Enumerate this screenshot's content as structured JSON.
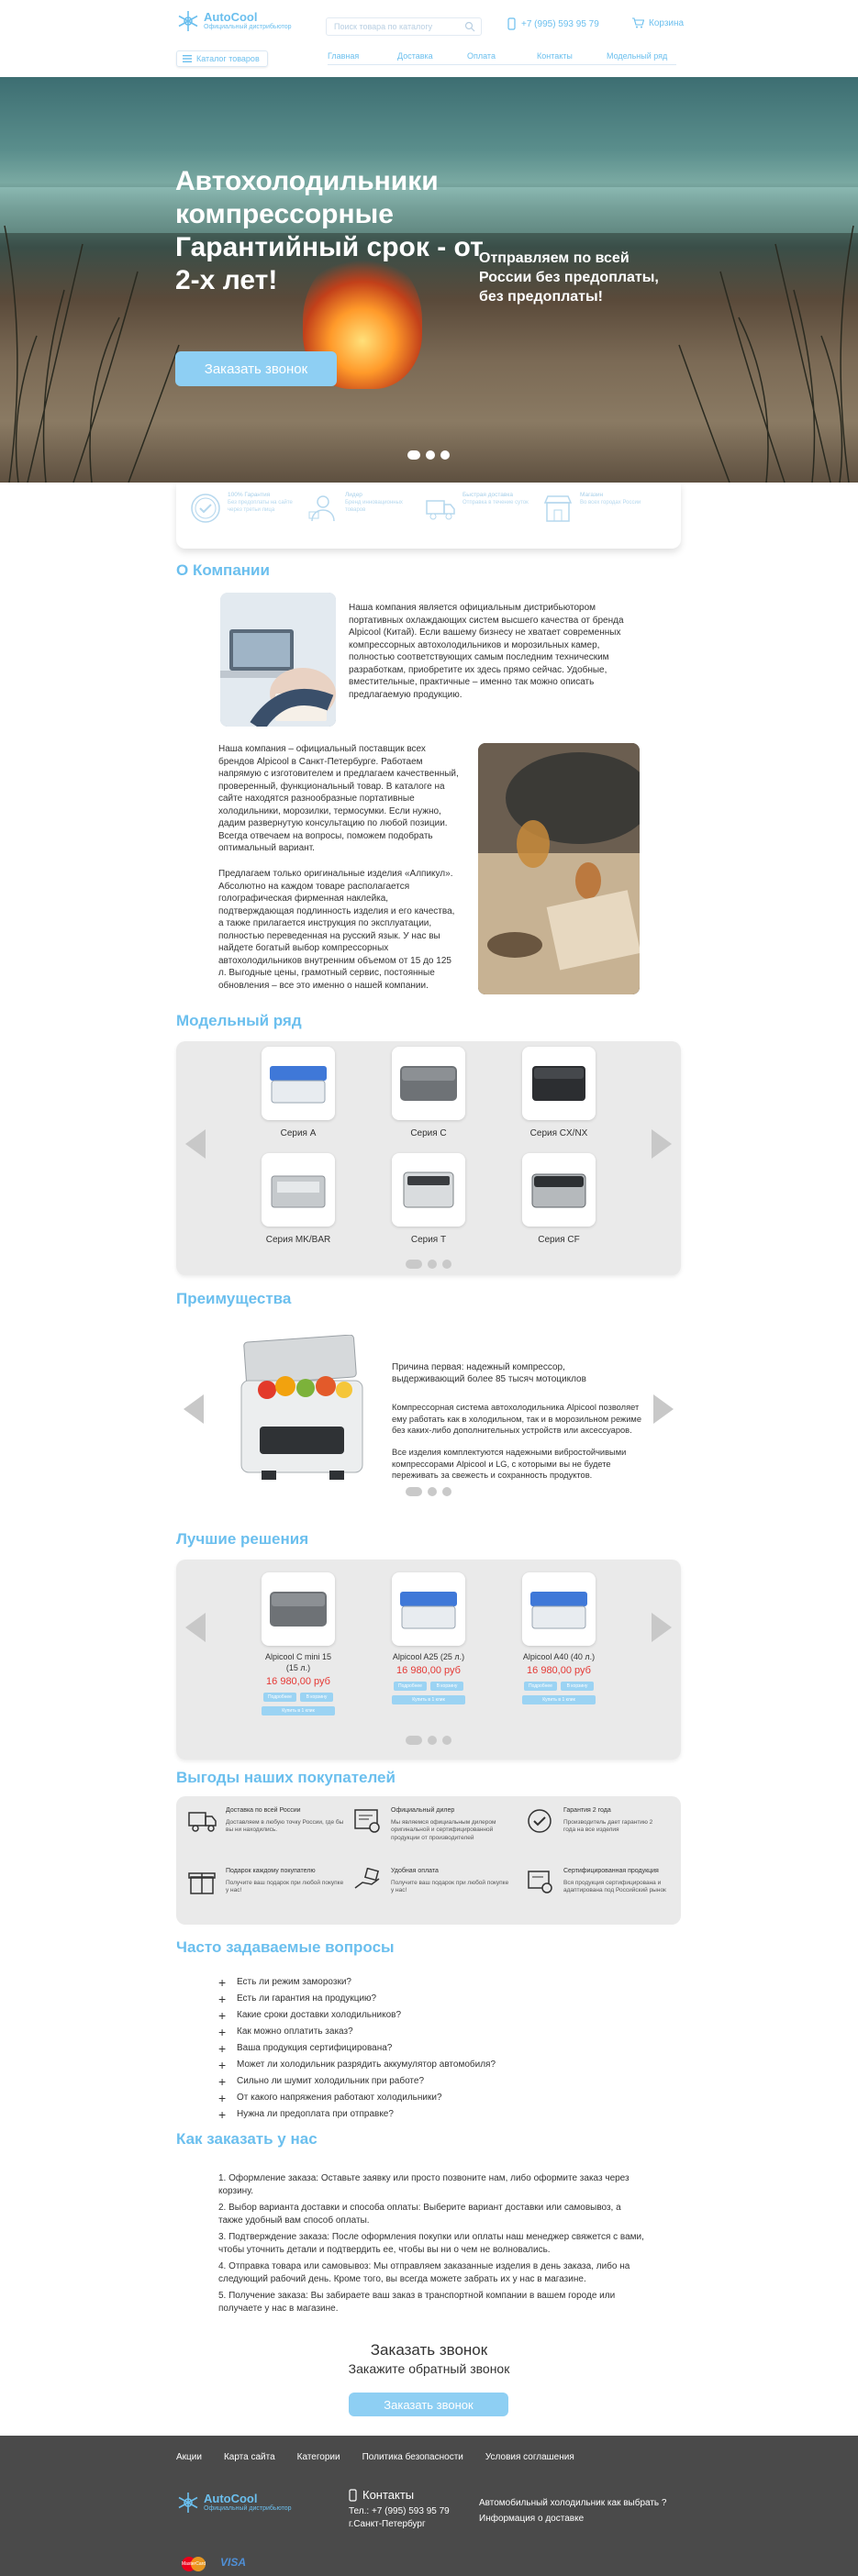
{
  "header": {
    "logo_title": "AutoCool",
    "logo_sub": "Официальный дистрибьютор",
    "search_placeholder": "Поиск товара по каталогу",
    "phone": "+7 (995) 593 95 79",
    "cart": "Корзина",
    "catalog_button": "Каталог товаров",
    "nav": [
      "Главная",
      "Доставка",
      "Оплата",
      "Контакты",
      "Модельный ряд"
    ]
  },
  "hero": {
    "title": "Автохолодильники компрессорные Гарантийный срок - от 2-х лет!",
    "subtitle": "Отправляем по всей России без предоплаты, без предоплаты!",
    "button": "Заказать звонок"
  },
  "features": [
    {
      "title": "100% Гарантия",
      "text": "Без предоплаты на сайте через третьи лица"
    },
    {
      "title": "Лидер",
      "text": "Бренд инновационных товаров"
    },
    {
      "title": "Быстрая доставка",
      "text": "Отправка в течение суток"
    },
    {
      "title": "Магазин",
      "text": "Во всех городах России"
    }
  ],
  "about": {
    "title": "О Компании",
    "p1": "Наша компания является официальным дистрибьютором портативных охлаждающих систем высшего качества от бренда Alpicool (Китай). Если вашему бизнесу не хватает современных компрессорных автохолодильников и морозильных камер, полностью соответствующих самым последним техническим разработкам, приобретите их здесь прямо сейчас. Удобные, вместительные, практичные – именно так можно описать предлагаемую продукцию.",
    "p2": "Наша компания – официальный поставщик всех брендов Alpicool в Санкт-Петербурге. Работаем напрямую с изготовителем и предлагаем качественный, проверенный, функциональный товар. В каталоге на сайте находятся разнообразные портативные холодильники, морозилки, термосумки. Если нужно, дадим развернутую консультацию по любой позиции. Всегда отвечаем на вопросы, поможем подобрать оптимальный вариант.",
    "p3": "Предлагаем только оригинальные изделия «Алпикул». Абсолютно на каждом товаре располагается голографическая фирменная наклейка, подтверждающая подлинность изделия и его качества, а также прилагается инструкция по эксплуатации, полностью переведенная на русский язык. У нас вы найдете богатый выбор компрессорных автохолодильников внутренним объемом от 15 до 125 л. Выгодные цены, грамотный сервис, постоянные обновления – все это именно о нашей компании."
  },
  "models": {
    "title": "Модельный ряд",
    "items": [
      "Серия A",
      "Серия C",
      "Серия CX/NX",
      "Серия MK/BAR",
      "Серия T",
      "Серия CF"
    ]
  },
  "advantages": {
    "title": "Преимущества",
    "heading": "Причина первая: надежный компрессор, выдерживающий более 85 тысяч мотоциклов",
    "p1": "Компрессорная система автохолодильника Alpicool позволяет ему работать как в холодильном, так и в морозильном режиме без каких-либо дополнительных устройств или аксессуаров.",
    "p2": "Все изделия комплектуются надежными вибростойчивыми компрессорами Alpicool и LG, с которыми вы не будете переживать за свежесть и сохранность продуктов."
  },
  "best": {
    "title": "Лучшие решения",
    "items": [
      {
        "name": "Alpicool C mini 15 (15 л.)",
        "price": "16 980,00 руб"
      },
      {
        "name": "Alpicool A25 (25 л.)",
        "price": "16 980,00 руб"
      },
      {
        "name": "Alpicool A40 (40 л.)",
        "price": "16 980,00 руб"
      }
    ],
    "btn_more": "Подробнее",
    "btn_buy": "В корзину",
    "btn_wide": "Купить в 1 клик"
  },
  "benefits": {
    "title": "Выгоды наших покупателей",
    "items": [
      {
        "title": "Доставка по всей России",
        "text": "Доставляем в любую точку России, где бы вы ни находились."
      },
      {
        "title": "Официальный дилер",
        "text": "Мы являемся официальным дилером оригинальной и сертифицированной продукции от производителей"
      },
      {
        "title": "Гарантия 2 года",
        "text": "Производитель дает гарантию 2 года на все изделия"
      },
      {
        "title": "Подарок каждому покупателю",
        "text": "Получите ваш подарок при любой покупке у нас!"
      },
      {
        "title": "Удобная оплата",
        "text": "Получите ваш подарок при любой покупке у нас!"
      },
      {
        "title": "Сертифицированная продукция",
        "text": "Вся продукция сертифицирована и адаптирована под Российский рынок"
      }
    ]
  },
  "faq": {
    "title": "Часто задаваемые вопросы",
    "items": [
      "Есть ли режим заморозки?",
      "Есть ли гарантия на продукцию?",
      "Какие сроки доставки холодильников?",
      "Как можно оплатить заказ?",
      "Ваша продукция сертифицирована?",
      "Может ли холодильник разрядить аккумулятор автомобиля?",
      "Сильно ли шумит холодильник при работе?",
      "От какого напряжения работают холодильники?",
      "Нужна ли предоплата при отправке?"
    ]
  },
  "order": {
    "title": "Как заказать у нас",
    "steps": [
      "1. Оформление заказа: Оставьте заявку или просто позвоните нам, либо оформите заказ через корзину.",
      "2. Выбор варианта доставки и способа оплаты: Выберите вариант доставки или самовывоз, а также удобный вам способ оплаты.",
      "3. Подтверждение заказа: После оформления покупки или оплаты наш менеджер свяжется с вами, чтобы уточнить детали и подтвердить ее, чтобы вы ни о чем не волновались.",
      "4. Отправка товара или самовывоз: Мы отправляем заказанные изделия в день заказа, либо на следующий рабочий день. Кроме того, вы всегда можете забрать их у нас в магазине.",
      "5. Получение заказа: Вы забираете ваш заказ в транспортной компании в вашем городе или получаете у нас в магазине."
    ]
  },
  "callback": {
    "title": "Заказать звонок",
    "subtitle": "Закажите обратный звонок",
    "button": "Заказать звонок"
  },
  "footer": {
    "links": [
      "Акции",
      "Карта сайта",
      "Категории",
      "Политика безопасности",
      "Условия соглашения"
    ],
    "logo_title": "AutoCool",
    "logo_sub": "Официальный дистрибьютор",
    "contacts_title": "Контакты",
    "phone": "Тел.: +7 (995) 593 95 79",
    "city": "г.Санкт-Петербург",
    "right_links": [
      "Автомобильный холодильник как выбрать ?",
      "Информация о доставке"
    ],
    "pay": [
      "MasterCard",
      "VISA"
    ]
  },
  "colors": {
    "accent": "#6bbfee",
    "button": "#8ecff3",
    "price": "#e53935",
    "footer": "#4a4a4a"
  }
}
